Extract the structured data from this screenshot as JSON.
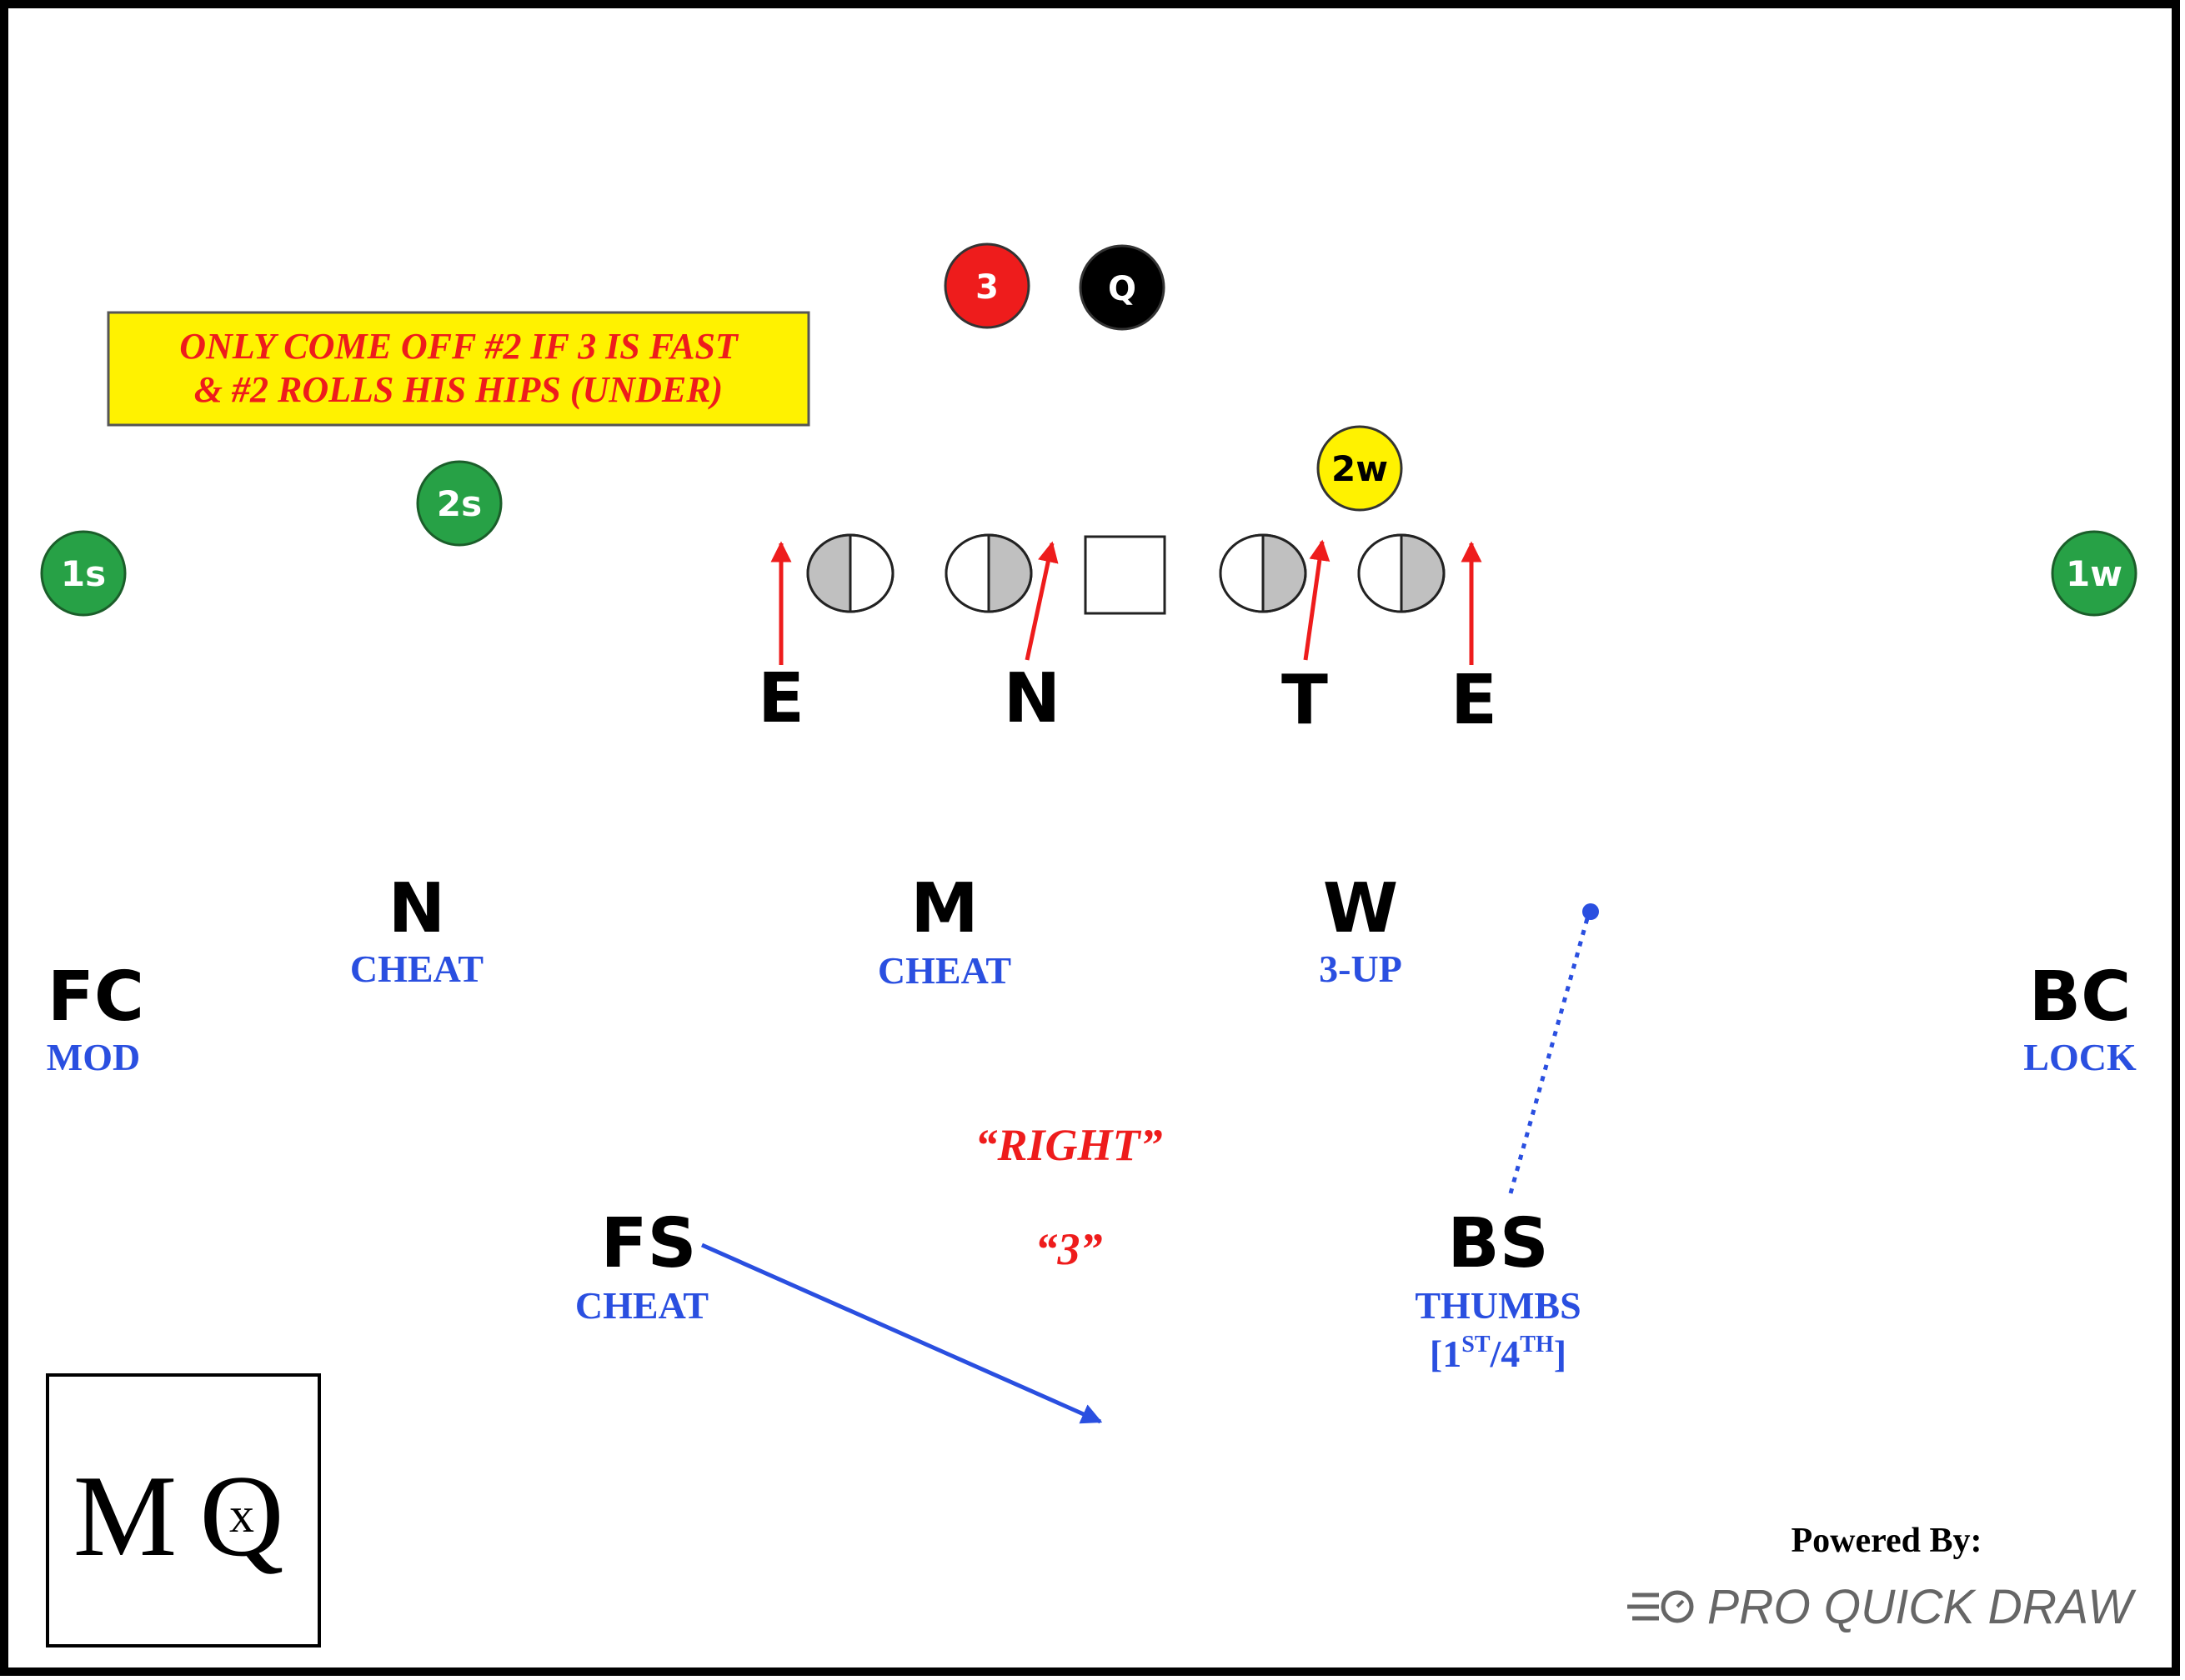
{
  "note": {
    "line1": "ONLY COME OFF #2 IF 3 IS FAST",
    "line2": "& #2 ROLLS HIS HIPS (UNDER)"
  },
  "offense": {
    "three": "3",
    "q": "Q",
    "two_w": "2w",
    "two_s": "2s",
    "one_s": "1s",
    "one_w": "1w"
  },
  "line_labels": {
    "e_left": "E",
    "n": "N",
    "t": "T",
    "e_right": "E"
  },
  "linebackers": {
    "n": {
      "label": "N",
      "assignment": "CHEAT"
    },
    "m": {
      "label": "M",
      "assignment": "CHEAT"
    },
    "w": {
      "label": "W",
      "assignment": "3-UP"
    }
  },
  "corners": {
    "fc": {
      "label": "FC",
      "assignment": "MOD"
    },
    "bc": {
      "label": "BC",
      "assignment": "LOCK"
    }
  },
  "safeties": {
    "fs": {
      "label": "FS",
      "assignment": "CHEAT"
    },
    "bs": {
      "label": "BS",
      "assignment": "THUMBS",
      "bracket_open": "[1",
      "sup1": "ST",
      "slash": "/4",
      "sup2": "TH",
      "bracket_close": "]"
    }
  },
  "calls": {
    "right": "“RIGHT”",
    "three": "“3”"
  },
  "logo": {
    "m": "M",
    "x": "x",
    "q": "Q"
  },
  "footer": {
    "powered_by": "Powered By:",
    "brand": "PRO QUICK DRAW"
  },
  "colors": {
    "red": "#ee1c1c",
    "blue": "#2a4fe0",
    "green": "#27a146",
    "yellow": "#fff200",
    "gray": "#c0c0c0"
  }
}
